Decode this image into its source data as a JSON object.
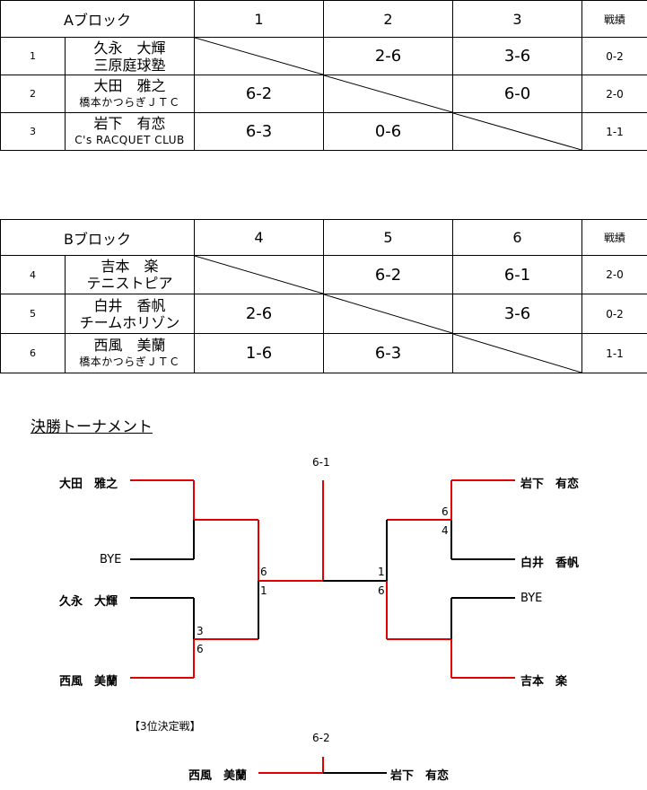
{
  "block_a": {
    "name": "Aブロック",
    "cols": [
      "1",
      "2",
      "3"
    ],
    "record_header": "戦績",
    "rows": [
      {
        "no": "1",
        "player": "久永　大輝",
        "club": "三原庭球塾",
        "scores": [
          "",
          "2-6",
          "3-6"
        ],
        "record": "0-2"
      },
      {
        "no": "2",
        "player": "大田　雅之",
        "club": "橋本かつらぎＪＴＣ",
        "scores": [
          "6-2",
          "",
          "6-0"
        ],
        "record": "2-0"
      },
      {
        "no": "3",
        "player": "岩下　有恋",
        "club": "C's RACQUET CLUB",
        "scores": [
          "6-3",
          "0-6",
          ""
        ],
        "record": "1-1"
      }
    ]
  },
  "block_b": {
    "name": "Bブロック",
    "cols": [
      "4",
      "5",
      "6"
    ],
    "record_header": "戦績",
    "rows": [
      {
        "no": "4",
        "player": "吉本　楽",
        "club": "テニストピア",
        "scores": [
          "",
          "6-2",
          "6-1"
        ],
        "record": "2-0"
      },
      {
        "no": "5",
        "player": "白井　香帆",
        "club": "チームホリゾン",
        "scores": [
          "2-6",
          "",
          "3-6"
        ],
        "record": "0-2"
      },
      {
        "no": "6",
        "player": "西風　美蘭",
        "club": "橋本かつらぎＪＴＣ",
        "scores": [
          "1-6",
          "6-3",
          ""
        ],
        "record": "1-1"
      }
    ]
  },
  "final": {
    "title": "決勝トーナメント",
    "champion_score": "6-1",
    "left": {
      "p1": "大田　雅之",
      "p2": "BYE",
      "p3": "久永　大輝",
      "p4": "西風　美蘭",
      "s_bottom_top": "3",
      "s_bottom_bot": "6",
      "semi_top": "6",
      "semi_bot": "1"
    },
    "right": {
      "p1": "岩下　有恋",
      "p2": "白井　香帆",
      "p3": "BYE",
      "p4": "吉本　楽",
      "s_top_top": "6",
      "s_top_bot": "4",
      "semi_top": "1",
      "semi_bot": "6"
    }
  },
  "third_place": {
    "title": "【3位決定戦】",
    "score": "6-2",
    "left": "西風　美蘭",
    "right": "岩下　有恋"
  },
  "colors": {
    "win": "#e00000",
    "line": "#000000"
  }
}
